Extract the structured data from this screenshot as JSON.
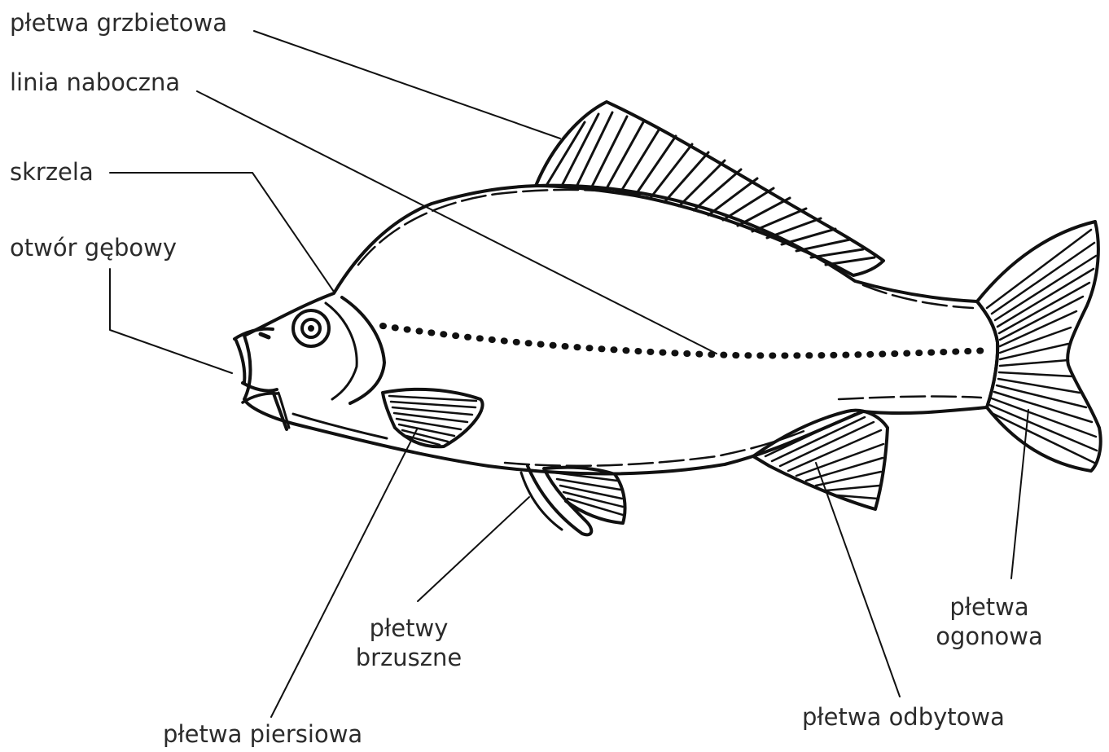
{
  "labels": {
    "dorsal_fin": "płetwa grzbietowa",
    "lateral_line": "linia naboczna",
    "gills": "skrzela",
    "mouth": "otwór gębowy",
    "pelvic_fins_line1": "płetwy",
    "pelvic_fins_line2": "brzuszne",
    "pectoral_fin": "płetwa piersiowa",
    "anal_fin": "płetwa odbytowa",
    "caudal_fin_line1": "płetwa",
    "caudal_fin_line2": "ogonowa"
  },
  "colors": {
    "ink": "#111111",
    "label": "#2b2b2b",
    "background": "#ffffff"
  }
}
